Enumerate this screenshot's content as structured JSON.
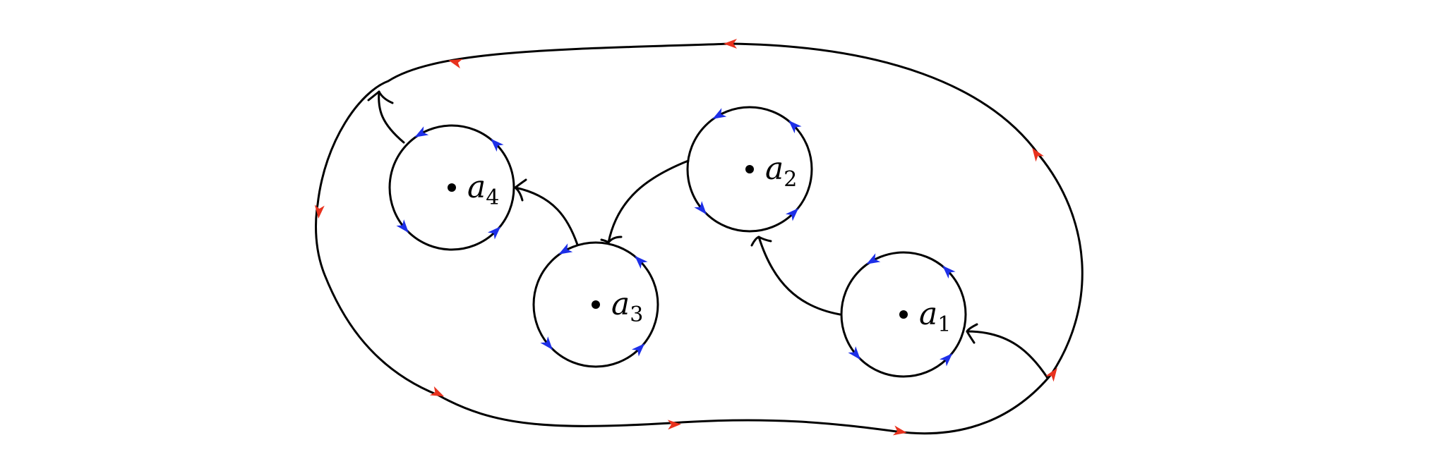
{
  "diagram": {
    "points": [
      {
        "id": "a1",
        "name": "a",
        "subscript": "1"
      },
      {
        "id": "a2",
        "name": "a",
        "subscript": "2"
      },
      {
        "id": "a3",
        "name": "a",
        "subscript": "3"
      },
      {
        "id": "a4",
        "name": "a",
        "subscript": "4"
      }
    ],
    "colors": {
      "curve": "#000000",
      "outer_arrow": "#e8321e",
      "inner_arrow": "#1d2fe8"
    }
  }
}
